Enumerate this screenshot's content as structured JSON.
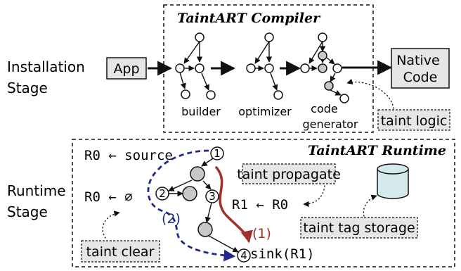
{
  "stages": {
    "installation": [
      "Installation",
      "Stage"
    ],
    "runtime": [
      "Runtime",
      "Stage"
    ]
  },
  "compiler": {
    "title": "TaintART Compiler",
    "app_label": "App",
    "builder_label": "builder",
    "optimizer_label": "optimizer",
    "codegen_label": [
      "code",
      "generator"
    ],
    "native_code_label": [
      "Native",
      "Code"
    ],
    "taint_logic_label": "taint logic"
  },
  "runtime": {
    "title": "TaintART Runtime",
    "source_stmt": "R0 ← source",
    "clear_stmt": "R0 ← ∅",
    "move_stmt": "R1 ← R0",
    "sink_stmt": "sink(R1)",
    "taint_propagate_label": "taint propagate",
    "taint_storage_label": "taint tag storage",
    "taint_clear_label": "taint clear",
    "node_numbers": [
      "1",
      "2",
      "3",
      "4"
    ],
    "path_labels": [
      "(1)",
      "(2)"
    ]
  },
  "colors": {
    "path1": "#a0302a",
    "path2": "#1f2a8a",
    "shaded_box": "#e6e6e6",
    "shaded_node": "#c8c8c8"
  },
  "icons": {
    "storage": "database-cylinder-icon"
  }
}
